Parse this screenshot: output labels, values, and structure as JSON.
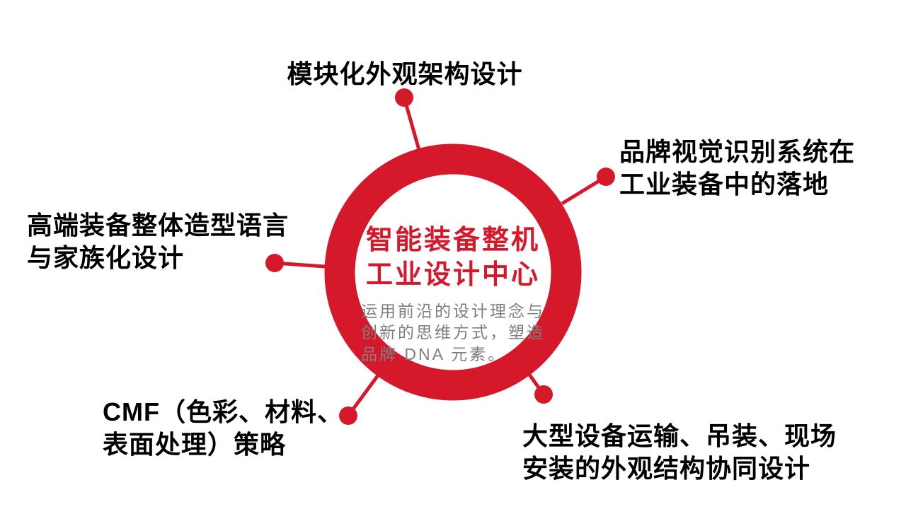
{
  "diagram": {
    "center": {
      "title": "智能装备整机\n工业设计中心",
      "description": "运用前沿的设计理念与\n创新的思维方式，塑造\n品牌 DNA 元素。"
    },
    "nodes": [
      {
        "id": "modular-architecture",
        "label": "模块化外观架构设计",
        "position": "top"
      },
      {
        "id": "brand-visual-identity",
        "label": "品牌视觉识别系统在\n工业装备中的落地",
        "position": "upper-right"
      },
      {
        "id": "styling-language",
        "label": "高端装备整体造型语言\n与家族化设计",
        "position": "left"
      },
      {
        "id": "cmf-strategy",
        "label": "CMF（色彩、材料、\n表面处理）策略",
        "position": "lower-left"
      },
      {
        "id": "transport-structure",
        "label": "大型设备运输、吊装、现场\n安装的外观结构协同设计",
        "position": "lower-right"
      }
    ],
    "colors": {
      "accent": "#d6182b",
      "label_text": "#000000",
      "description_text": "#7f7f7f",
      "background": "#ffffff"
    }
  }
}
